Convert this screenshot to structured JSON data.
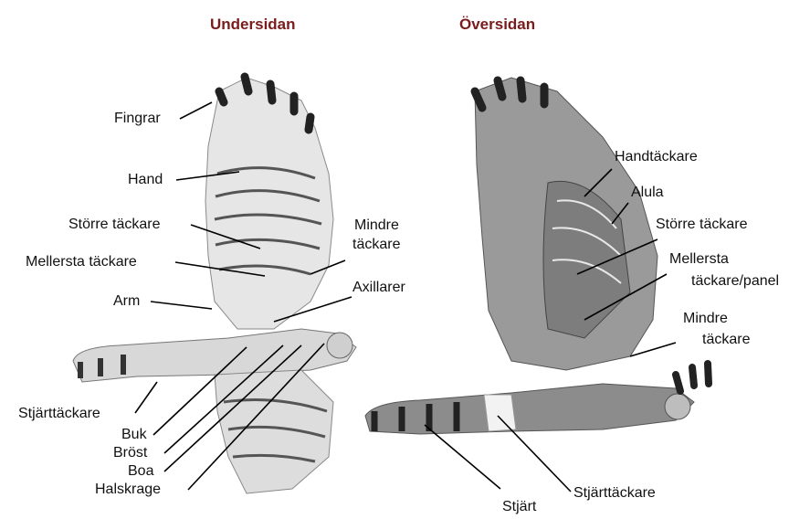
{
  "titles": {
    "left": "Undersidan",
    "right": "Översidan"
  },
  "left_labels": {
    "fingrar": "Fingrar",
    "hand": "Hand",
    "storre_tackare": "Större täckare",
    "mindre_tackare_1": "Mindre",
    "mindre_tackare_2": "täckare",
    "mellersta_tackare": "Mellersta täckare",
    "axillarer": "Axillarer",
    "arm": "Arm",
    "stjarttackare": "Stjärttäckare",
    "buk": "Buk",
    "brost": "Bröst",
    "boa": "Boa",
    "halskrage": "Halskrage"
  },
  "right_labels": {
    "handtackare": "Handtäckare",
    "alula": "Alula",
    "storre_tackare": "Större täckare",
    "mellersta_1": "Mellersta",
    "mellersta_2": "täckare/panel",
    "mindre_1": "Mindre",
    "mindre_2": "täckare",
    "stjarttackare": "Stjärttäckare",
    "stjart": "Stjärt"
  }
}
